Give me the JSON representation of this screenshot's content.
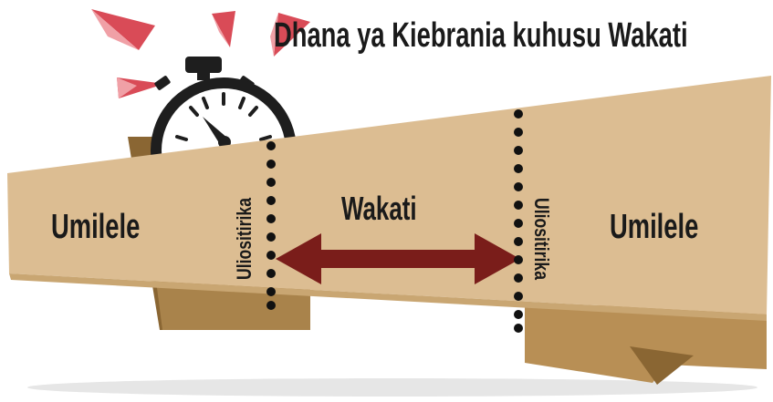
{
  "title": "Dhana ya Kiebrania kuhusu Wakati",
  "labels": {
    "left": "Umilele",
    "right": "Umilele",
    "center": "Wakati",
    "left_boundary": "Uliositirika",
    "right_boundary": "Uliositirika"
  },
  "colors": {
    "banner": "#dcbd92",
    "banner_shadow": "#a9834b",
    "banner_back": "#8a6633",
    "arrow": "#7a1d1a",
    "alarm_rays": "#d94b57",
    "clock_ring": "#1e1e1e",
    "clock_face": "#ffffff",
    "dots": "#111111"
  },
  "icons": {
    "clock": "stopwatch-icon",
    "alarm": "alarm-rays-icon",
    "arrow": "double-arrow-icon"
  }
}
